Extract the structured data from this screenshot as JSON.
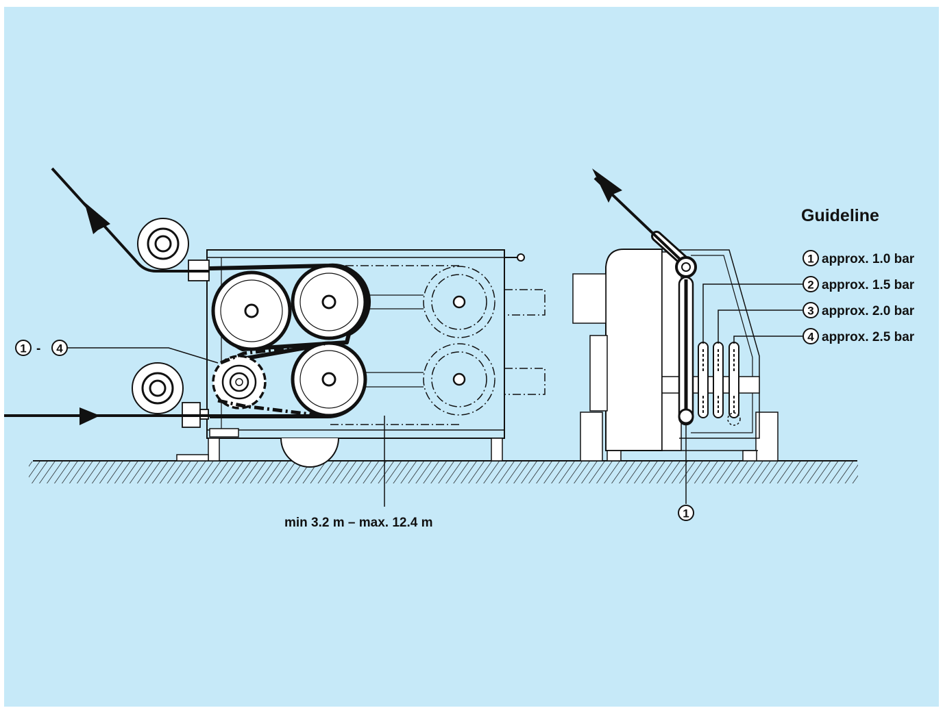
{
  "colors": {
    "background": "#c6e9f8",
    "ink": "#111111",
    "machine_fill": "#ffffff"
  },
  "legend": {
    "title": "Guideline",
    "items": [
      {
        "number": "1",
        "text": "approx. 1.0 bar"
      },
      {
        "number": "2",
        "text": "approx. 1.5 bar"
      },
      {
        "number": "3",
        "text": "approx. 2.0 bar"
      },
      {
        "number": "4",
        "text": "approx. 2.5 bar"
      }
    ]
  },
  "callouts": {
    "range_from": "1",
    "range_sep": "-",
    "range_to": "4",
    "side_view_number": "1",
    "length_range": "min 3.2 m – max. 12.4 m"
  }
}
